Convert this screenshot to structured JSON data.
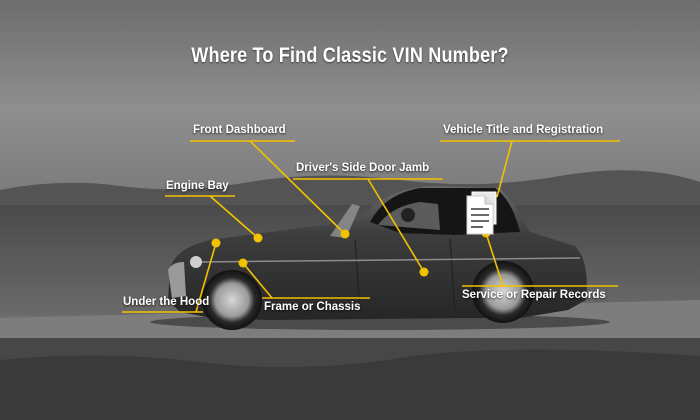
{
  "title": "Where To Find Classic VIN Number?",
  "colors": {
    "accent": "#f2c200",
    "text": "#ffffff",
    "car_body": "#3a3a3a",
    "convertible_top": "#161616",
    "sky": "#8a8a8a",
    "field": "#5a5a5a",
    "road": "#7c7c7c"
  },
  "callouts": [
    {
      "id": "front-dashboard",
      "label": "Front Dashboard"
    },
    {
      "id": "vehicle-title",
      "label": "Vehicle Title and Registration"
    },
    {
      "id": "door-jamb",
      "label": "Driver's Side Door Jamb"
    },
    {
      "id": "engine-bay",
      "label": "Engine Bay"
    },
    {
      "id": "under-hood",
      "label": "Under the Hood"
    },
    {
      "id": "frame-chassis",
      "label": "Frame or Chassis"
    },
    {
      "id": "service-records",
      "label": "Service or Repair Records"
    }
  ],
  "icons": {
    "document": "document-icon"
  }
}
